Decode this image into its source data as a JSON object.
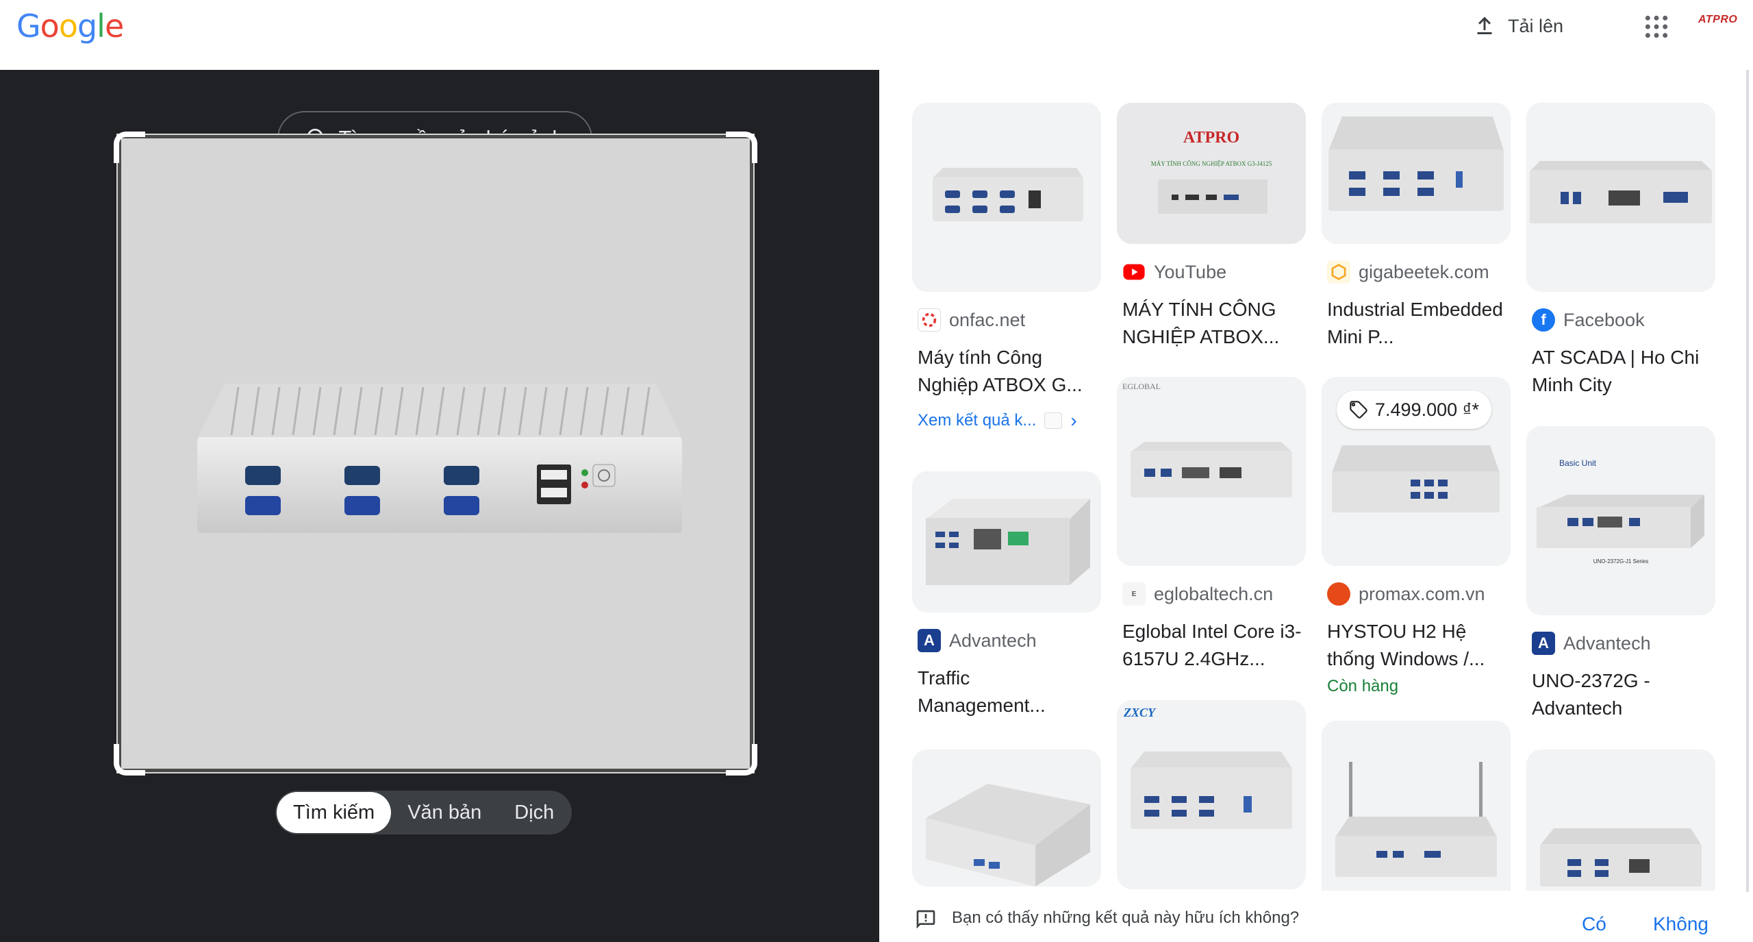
{
  "header": {
    "logo_letters": [
      "G",
      "o",
      "o",
      "g",
      "l",
      "e"
    ],
    "upload_label": "Tải lên",
    "account_logo": "ATPRO"
  },
  "lens": {
    "source_button": "Tìm nguồn của bức ảnh",
    "tabs": [
      "Tìm kiếm",
      "Văn bản",
      "Dịch"
    ],
    "active_tab": "Tìm kiếm"
  },
  "results": {
    "col1": [
      {
        "source": "onfac.net",
        "title": "Máy tính Công Nghiệp ATBOX G...",
        "more_label": "Xem kết quả k..."
      },
      {
        "source": "Advantech",
        "title": "Traffic Management..."
      },
      {
        "source": "",
        "title": ""
      }
    ],
    "col2": [
      {
        "source": "YouTube",
        "title": "MÁY TÍNH CÔNG NGHIỆP ATBOX...",
        "thumb_brand": "ATPRO",
        "thumb_caption": "MÁY TÍNH CÔNG NGHIỆP ATBOX G3-J4125"
      },
      {
        "source": "eglobaltech.cn",
        "title": "Eglobal Intel Core i3-6157U 2.4GHz...",
        "thumb_brand": "EGLOBAL"
      },
      {
        "source": "",
        "title": "",
        "thumb_brand": "ZXCY"
      }
    ],
    "col3": [
      {
        "source": "gigabeetek.com",
        "title": "Industrial Embedded Mini P..."
      },
      {
        "source": "promax.com.vn",
        "title": "HYSTOU H2 Hệ thống Windows /...",
        "price": "7.499.000 ₫*",
        "stock": "Còn hàng"
      },
      {
        "source": "",
        "title": ""
      }
    ],
    "col4": [
      {
        "source": "Facebook",
        "title": "AT SCADA | Ho Chi Minh City"
      },
      {
        "source": "Advantech",
        "title": "UNO-2372G - Advantech",
        "thumb_label": "Basic Unit",
        "thumb_caption": "UNO-2372G-J1 Series"
      },
      {
        "source": "",
        "title": ""
      }
    ]
  },
  "feedback": {
    "question": "Bạn có thấy những kết quả này hữu ích không?",
    "yes": "Có",
    "no": "Không"
  },
  "colors": {
    "google_blue": "#4285f4",
    "google_red": "#ea4335",
    "google_yellow": "#fbbc05",
    "google_green": "#34a853",
    "dark_panel": "#202124",
    "link_blue": "#1a73e8",
    "in_stock_green": "#188038"
  }
}
